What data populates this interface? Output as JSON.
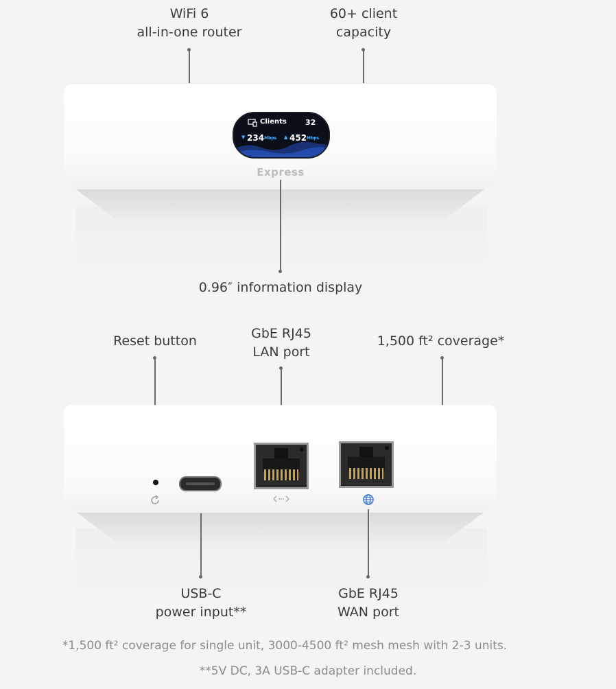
{
  "top_device": {
    "callouts": {
      "wifi": [
        "WiFi 6",
        "all-in-one router"
      ],
      "capacity": [
        "60+ client",
        "capacity"
      ],
      "display": "0.96″ information display"
    },
    "screen": {
      "clients_label": "Clients",
      "clients_count": "32",
      "down_value": "234",
      "down_unit": "Mbps",
      "up_value": "452",
      "up_unit": "Mbps"
    },
    "brand_label": "Express"
  },
  "bottom_device": {
    "callouts": {
      "reset": "Reset button",
      "lan": [
        "GbE RJ45",
        "LAN port"
      ],
      "coverage": "1,500 ft² coverage*",
      "usbc": [
        "USB-C",
        "power input**"
      ],
      "wan": [
        "GbE RJ45",
        "WAN port"
      ]
    },
    "icons": {
      "reset": "reset-icon",
      "lan": "lan-arrows-icon",
      "wan": "globe-icon"
    }
  },
  "footnotes": [
    "*1,500 ft² coverage for single unit, 3000-4500 ft² mesh mesh with 2-3 units.",
    "**5V DC, 3A USB-C adapter included."
  ],
  "colors": {
    "background": "#f4f4f4",
    "device": "#ffffff",
    "screen": "#0b0f1a",
    "wan_icon": "#2f6fd6"
  }
}
